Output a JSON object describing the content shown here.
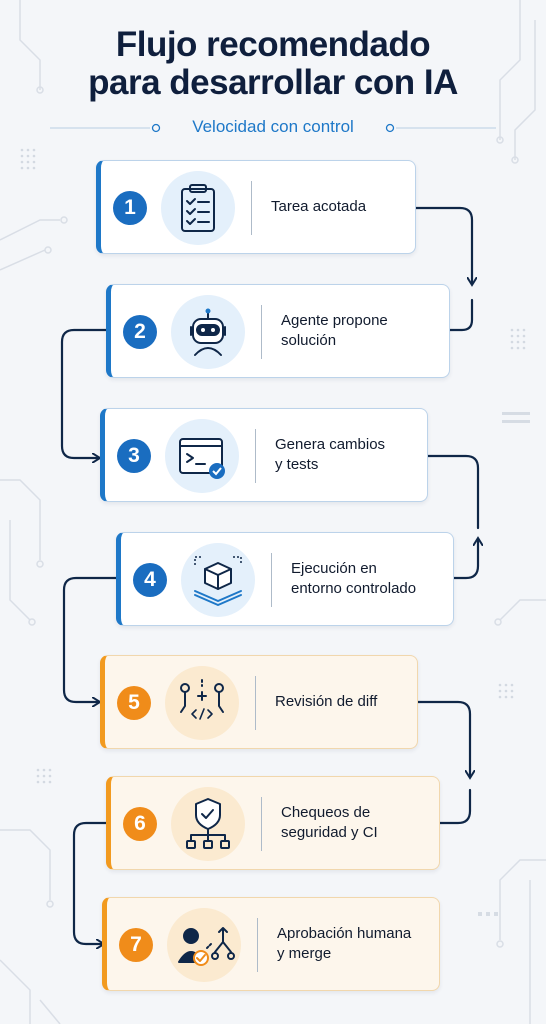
{
  "header": {
    "title_line1": "Flujo recomendado",
    "title_line2": "para desarrollar con IA",
    "subtitle": "Velocidad con control"
  },
  "colors": {
    "navy": "#0f1f3d",
    "blue": "#1a6dc0",
    "orange": "#f08c1a",
    "background": "#f4f6f9"
  },
  "steps": [
    {
      "number": "1",
      "line1": "Tarea acotada",
      "line2": "",
      "icon": "clipboard-checklist-icon",
      "tone": "blue"
    },
    {
      "number": "2",
      "line1": "Agente propone",
      "line2": "solución",
      "icon": "robot-icon",
      "tone": "blue"
    },
    {
      "number": "3",
      "line1": "Genera cambios",
      "line2": "y tests",
      "icon": "terminal-check-icon",
      "tone": "blue"
    },
    {
      "number": "4",
      "line1": "Ejecución en",
      "line2": "entorno controlado",
      "icon": "sandbox-box-icon",
      "tone": "blue"
    },
    {
      "number": "5",
      "line1": "Revisión de diff",
      "line2": "",
      "icon": "code-diff-icon",
      "tone": "orange"
    },
    {
      "number": "6",
      "line1": "Chequeos de",
      "line2": "seguridad y CI",
      "icon": "shield-pipeline-icon",
      "tone": "orange"
    },
    {
      "number": "7",
      "line1": "Aprobación humana",
      "line2": "y merge",
      "icon": "person-merge-icon",
      "tone": "orange"
    }
  ]
}
